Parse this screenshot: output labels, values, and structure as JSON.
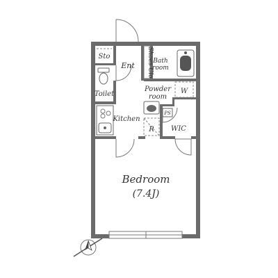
{
  "floor_plan": {
    "rooms": {
      "storage": "Sto",
      "entrance": "Ent",
      "shoes_closet": "Shoes Clo",
      "bathroom_line1": "Bath",
      "bathroom_line2": "room",
      "toilet": "Toilet",
      "powder_line1": "Powder",
      "powder_line2": "room",
      "washer": "W",
      "kitchen": "Kitchen",
      "refrigerator": "R",
      "pipe_space": "PS",
      "wic": "WIC",
      "bedroom": "Bedroom",
      "bedroom_size": "(7.4J)"
    },
    "colors": {
      "wall": "#6b6b6b",
      "line": "#777777",
      "text": "#333333"
    },
    "icons": [
      "compass-north-icon",
      "bathtub-icon",
      "toilet-icon",
      "stove-icon",
      "sink-icon",
      "washbasin-icon"
    ]
  }
}
